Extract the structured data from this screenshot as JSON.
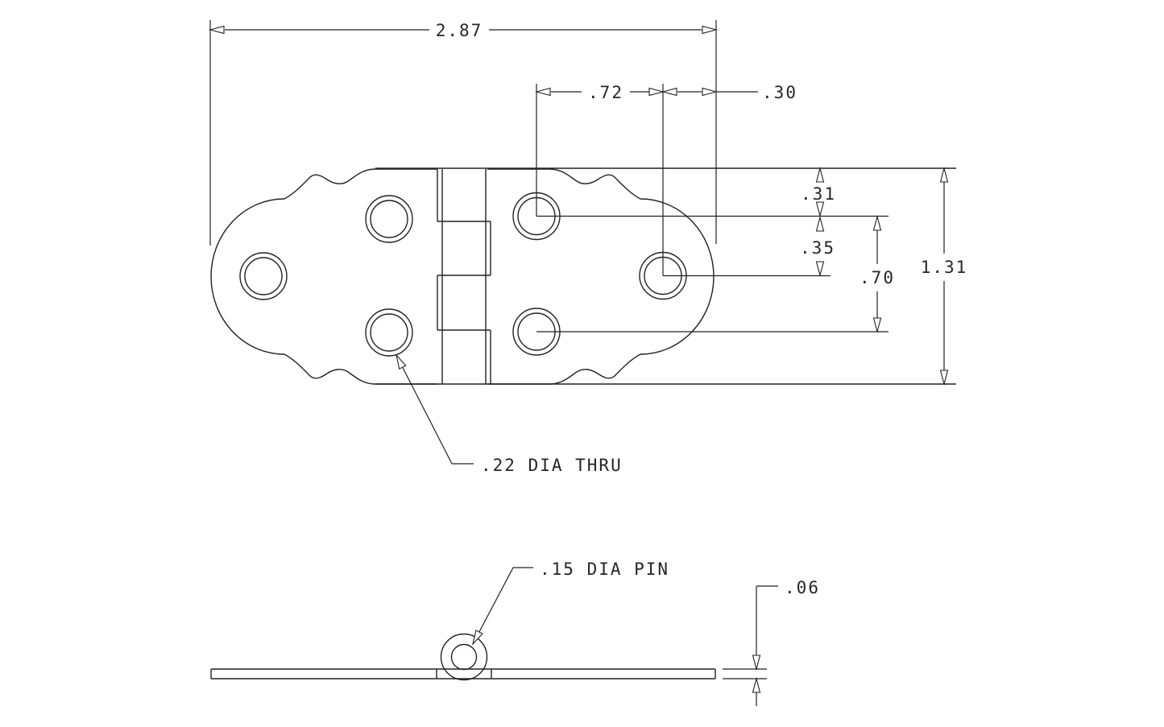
{
  "colors": {
    "background": "#ffffff",
    "line": "#222222"
  },
  "top_view": {
    "dimensions": {
      "overall_width": "2.87",
      "hole_pair_spacing": ".72",
      "hole_to_edge": ".30",
      "top_edge_to_hole": ".31",
      "hole_to_center_hole": ".35",
      "hole_rows_span": ".70",
      "overall_height": "1.31"
    },
    "notes": {
      "hole_diameter": ".22 DIA THRU"
    }
  },
  "side_view": {
    "dimensions": {
      "leaf_thickness": ".06"
    },
    "notes": {
      "pin_diameter": ".15 DIA PIN"
    }
  }
}
